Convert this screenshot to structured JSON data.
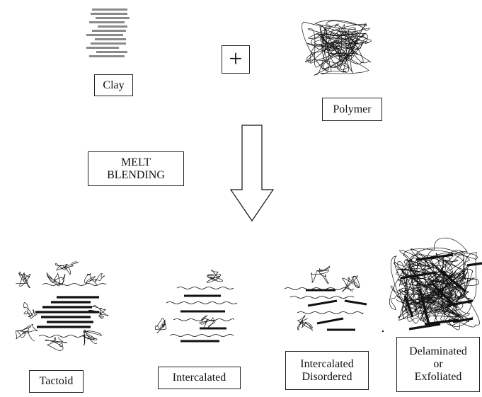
{
  "labels": {
    "clay": "Clay",
    "plus": "+",
    "polymer": "Polymer",
    "melt_line1": "MELT",
    "melt_line2": "BLENDING",
    "tactoid": "Tactoid",
    "intercalated": "Intercalated",
    "intercalated_disordered_line1": "Intercalated",
    "intercalated_disordered_line2": "Disordered",
    "exfoliated_line1": "Delaminated",
    "exfoliated_line2": "or",
    "exfoliated_line3": "Exfoliated"
  },
  "colors": {
    "ink": "#111111",
    "clay_plate": "#8a8a8a",
    "platelet": "#111111",
    "background": "#ffffff"
  },
  "icons": {
    "clay": "clay-stack-icon",
    "polymer": "polymer-coil-icon",
    "arrow": "down-arrow-icon"
  }
}
